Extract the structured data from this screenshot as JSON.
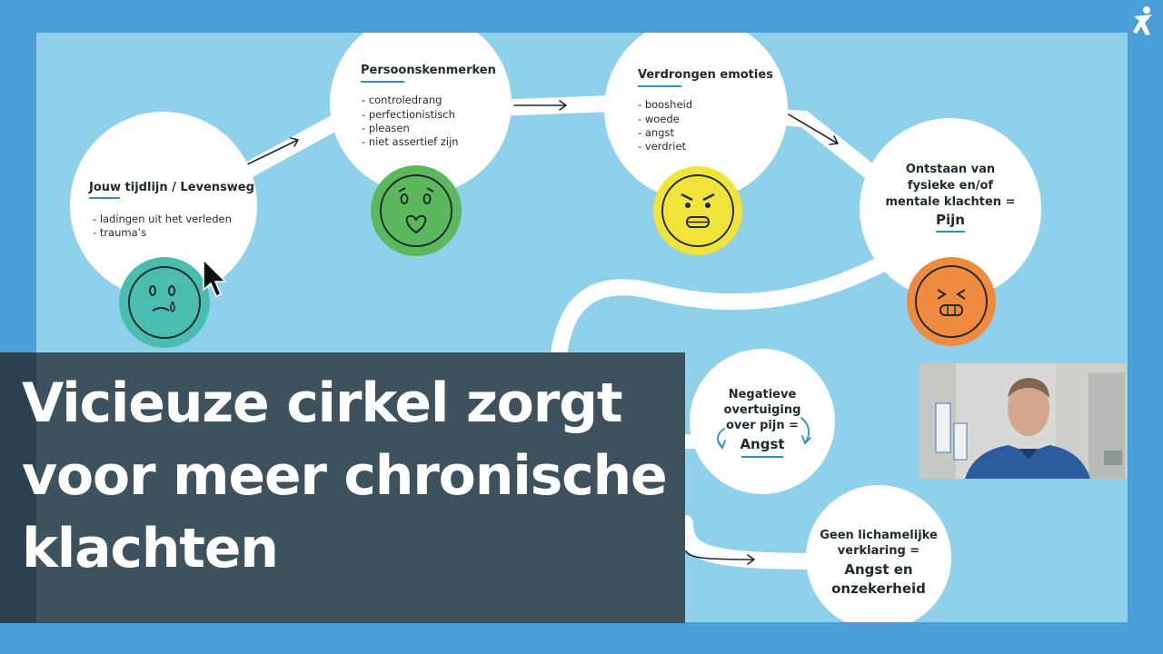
{
  "brand": {
    "logo_icon": "person-star-icon",
    "frame_color": "#4a9fd8",
    "slide_color": "#8fd1ea"
  },
  "diagram": {
    "nodes": [
      {
        "id": "tijdlijn",
        "title": "Jouw tijdlijn / Levensweg",
        "items": [
          "ladingen uit het verleden",
          "trauma’s"
        ],
        "face": {
          "color": "#4bbcb0",
          "emotion": "crying"
        }
      },
      {
        "id": "persoonskenmerken",
        "title": "Persoonskenmerken",
        "items": [
          "controledrang",
          "perfectionistisch",
          "pleasen",
          "niet assertief zijn"
        ],
        "face": {
          "color": "#5cb85c",
          "emotion": "heart-mouth"
        }
      },
      {
        "id": "verdrongen",
        "title": "Verdrongen emoties",
        "items": [
          "boosheid",
          "woede",
          "angst",
          "verdriet"
        ],
        "face": {
          "color": "#f2e33a",
          "emotion": "angry"
        }
      },
      {
        "id": "pijn",
        "lines": [
          "Ontstaan van",
          "fysieke en/of",
          "mentale klachten ="
        ],
        "big": "Pijn",
        "face": {
          "color": "#f08a3e",
          "emotion": "squinting"
        }
      },
      {
        "id": "angst",
        "lines": [
          "Negatieve",
          "overtuiging",
          "over pijn ="
        ],
        "big": "Angst"
      },
      {
        "id": "onzekerheid",
        "lines": [
          "Geen lichamelijke",
          "verklaring ="
        ],
        "big_lines": [
          "Angst en",
          "onzekerheid"
        ]
      }
    ]
  },
  "caption": {
    "title": "Vicieuze cirkel zorgt voor meer chronische klachten"
  },
  "webcam": {
    "icon": "presenter-video-icon"
  }
}
